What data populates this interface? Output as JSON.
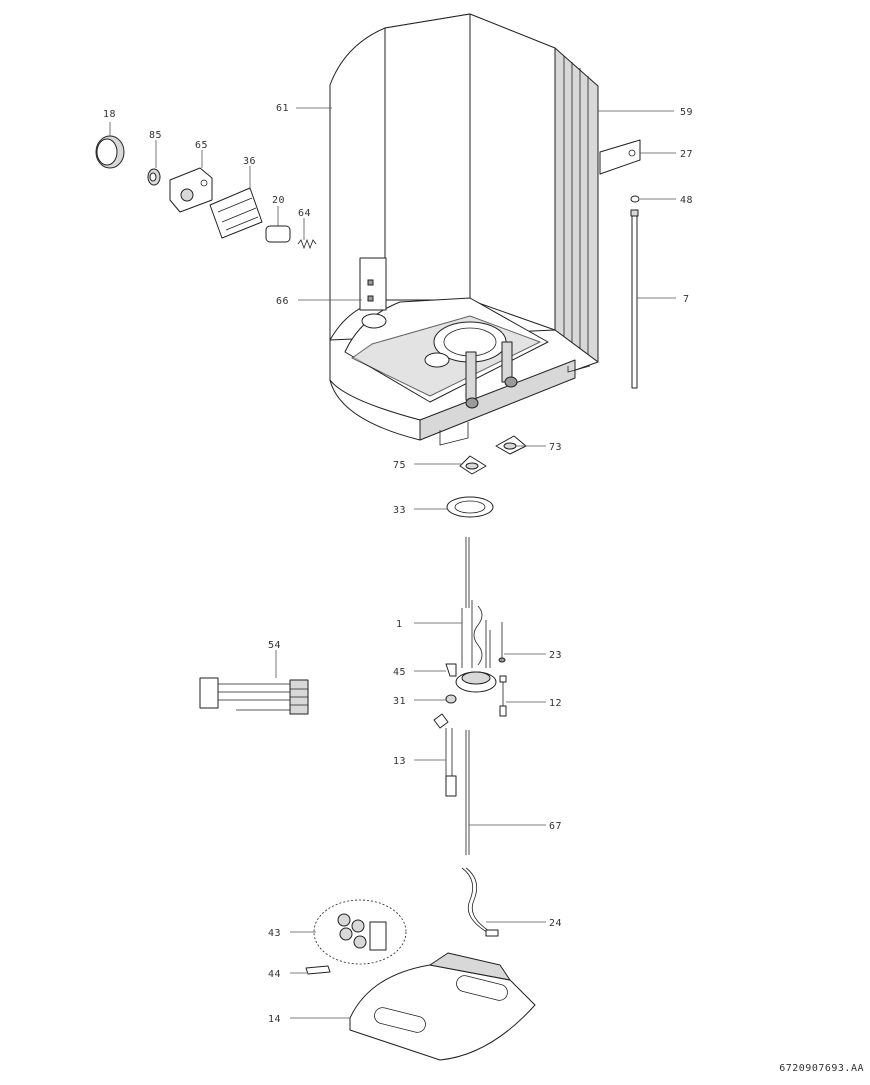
{
  "drawing_number": "6720907693.AA",
  "callouts": {
    "p61": "61",
    "p59": "59",
    "p27": "27",
    "p48": "48",
    "p7": "7",
    "p18": "18",
    "p85": "85",
    "p65": "65",
    "p36": "36",
    "p20": "20",
    "p64": "64",
    "p66": "66",
    "p73": "73",
    "p75": "75",
    "p33": "33",
    "p54": "54",
    "p1": "1",
    "p23": "23",
    "p45": "45",
    "p31": "31",
    "p12": "12",
    "p13": "13",
    "p67": "67",
    "p24": "24",
    "p43": "43",
    "p44": "44",
    "p14": "14"
  }
}
